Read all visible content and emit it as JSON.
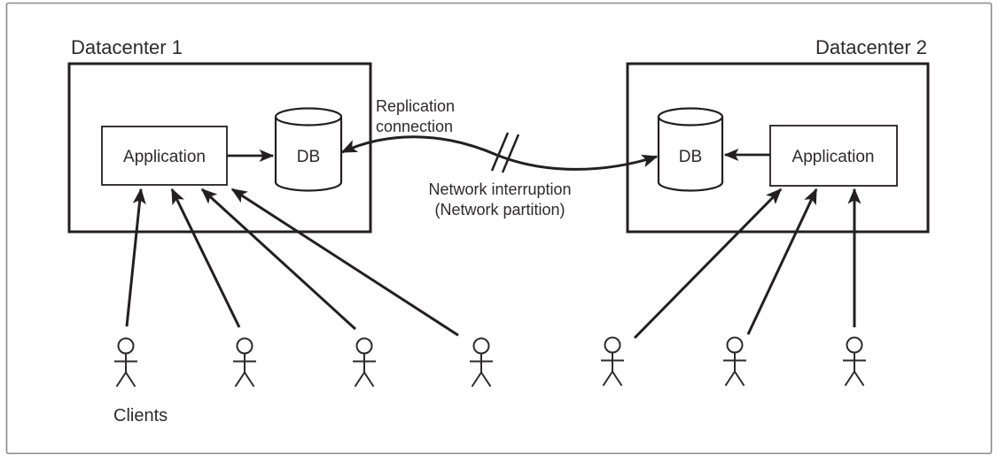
{
  "datacenter1": {
    "label": "Datacenter 1",
    "application_label": "Application",
    "db_label": "DB"
  },
  "datacenter2": {
    "label": "Datacenter 2",
    "application_label": "Application",
    "db_label": "DB"
  },
  "replication": {
    "label_line1": "Replication",
    "label_line2": "connection"
  },
  "network_interruption": {
    "label_line1": "Network interruption",
    "label_line2": "(Network partition)"
  },
  "clients": {
    "label": "Clients",
    "count_left": 4,
    "count_right": 3,
    "total": 7
  },
  "colors": {
    "line": "#231f20",
    "text": "#2d2a2b",
    "frame_border": "#8a8a8a",
    "background": "#ffffff"
  }
}
